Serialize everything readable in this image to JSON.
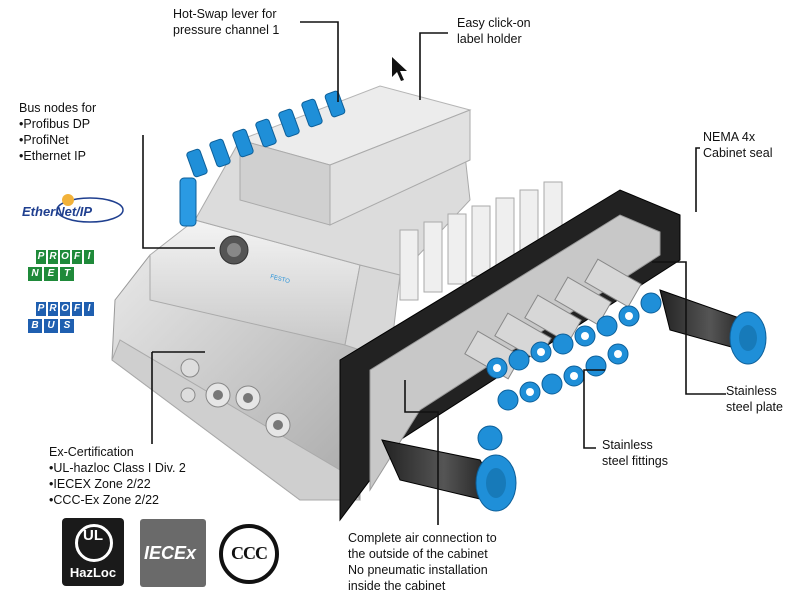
{
  "callouts": {
    "hot_swap": [
      "Hot-Swap lever for",
      "pressure channel 1"
    ],
    "label_holder": [
      "Easy click-on",
      "label holder"
    ],
    "bus_nodes_title": "Bus nodes for",
    "bus_nodes": [
      "Profibus DP",
      "ProfiNet",
      "Ethernet IP"
    ],
    "nema": [
      "NEMA 4x",
      "Cabinet seal"
    ],
    "stainless_plate": [
      "Stainless",
      "steel plate"
    ],
    "stainless_fittings": [
      "Stainless",
      "steel fittings"
    ],
    "ex_title": "Ex-Certification",
    "ex_items": [
      "UL-hazloc Class I Div. 2",
      "IECEX Zone 2/22",
      "CCC-Ex Zone 2/22"
    ],
    "air": [
      "Complete air connection to",
      "the outside of the cabinet",
      "No pneumatic installation",
      "inside the cabinet"
    ]
  },
  "logos": {
    "ethernet_ip": "EtherNet/IP",
    "profinet": [
      "P",
      "R",
      "O",
      "F",
      "I",
      "N",
      "E",
      "T"
    ],
    "profibus": [
      "P",
      "R",
      "O",
      "F",
      "I",
      "B",
      "U",
      "S"
    ],
    "hazloc_mark": "UL",
    "hazloc": "HazLoc",
    "iecex": "IECEx",
    "ccc": "CCC"
  },
  "product": {
    "brand": "FESTO"
  },
  "colors": {
    "accent_blue": "#1f8fd8",
    "profi_green": "#1f8a3a",
    "profi_blue": "#1f5fb0"
  }
}
